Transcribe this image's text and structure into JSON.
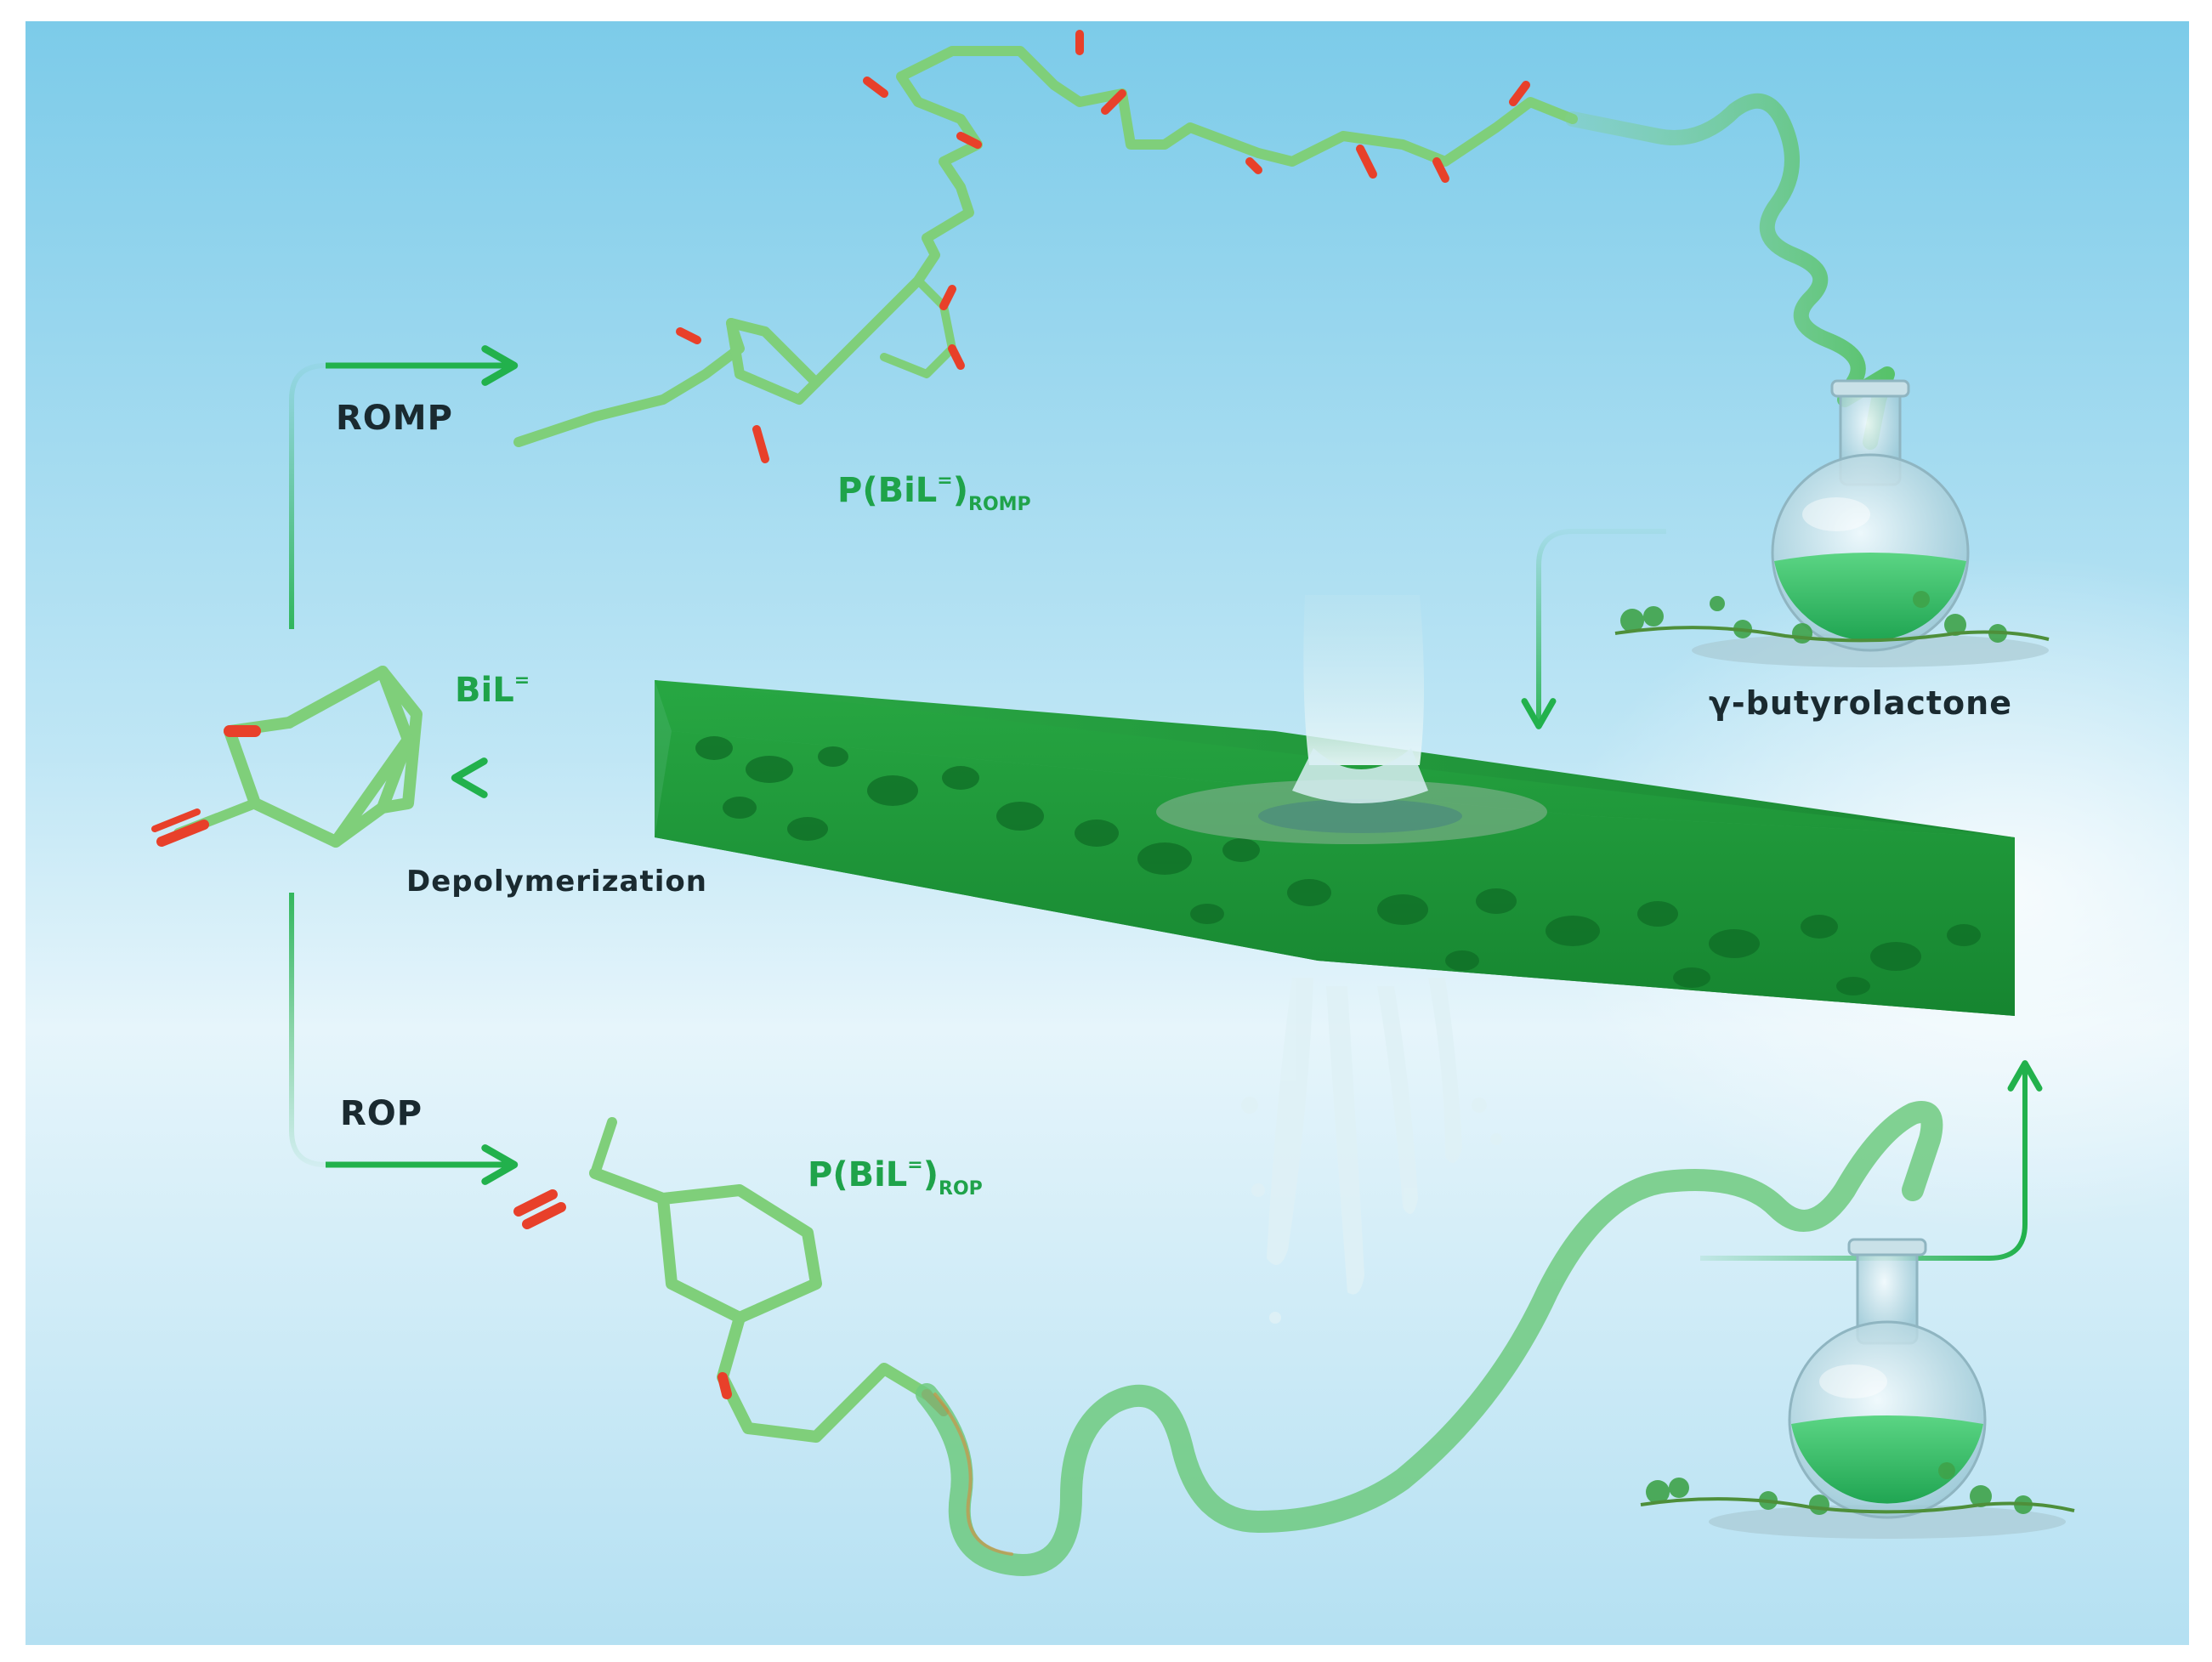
{
  "labels": {
    "romp": "ROMP",
    "rop": "ROP",
    "depolymerization": "Depolymerization",
    "monomer": "BiL",
    "monomer_sup": "=",
    "product_romp_main": "P(BiL",
    "product_romp_sup": "=",
    "product_romp_close": ")",
    "product_romp_sub": "ROMP",
    "product_rop_main": "P(BiL",
    "product_rop_sup": "=",
    "product_rop_close": ")",
    "product_rop_sub": "ROP",
    "gbl": "γ-butyrolactone"
  },
  "colors": {
    "sky_top": "#7cccea",
    "sky_bottom": "#b9e3f4",
    "arrow_green": "#22b14c",
    "polymer_green": "#7fcf7a",
    "membrane_green": "#1f9a3c",
    "oxygen_red": "#e8402a",
    "water": "#d6eef5"
  },
  "icons": {
    "flask": "round-bottom-flask-icon",
    "arrow": "arrow-icon",
    "molecule": "molecule-stick-model-icon",
    "membrane": "porous-membrane-icon",
    "water": "water-jet-icon"
  }
}
